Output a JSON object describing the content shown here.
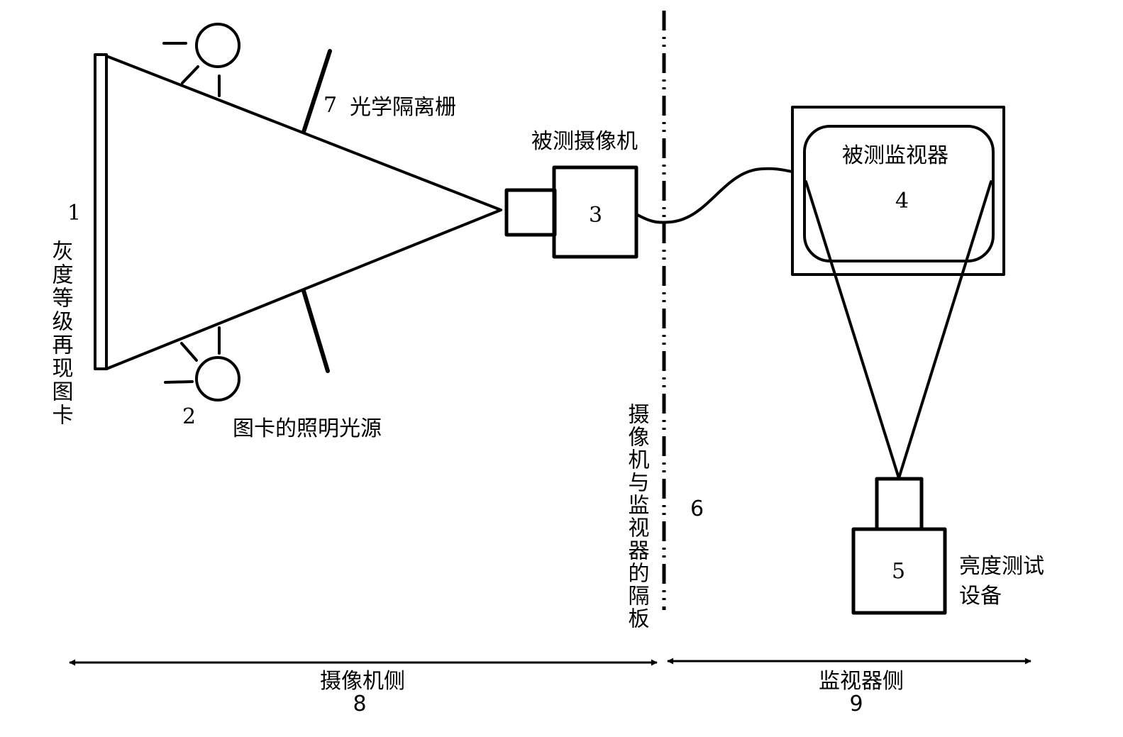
{
  "figure": {
    "grayscale_chart": {
      "number": "1",
      "label": "灰度等级再现图卡"
    },
    "illumination_source": {
      "number": "2",
      "label": "图卡的照明光源"
    },
    "camera_under_test": {
      "number": "3",
      "label": "被测摄像机"
    },
    "monitor_under_test": {
      "number": "4",
      "label": "被测监视器"
    },
    "luminance_tester": {
      "number": "5",
      "label_line1": "亮度测试",
      "label_line2": "设备"
    },
    "partition": {
      "number": "6",
      "label": "摄像机与监视器的隔板"
    },
    "optical_barrier": {
      "number": "7",
      "label": "光学隔离栅"
    },
    "camera_side": {
      "number": "8",
      "label": "摄像机侧"
    },
    "monitor_side": {
      "number": "9",
      "label": "监视器侧"
    }
  }
}
